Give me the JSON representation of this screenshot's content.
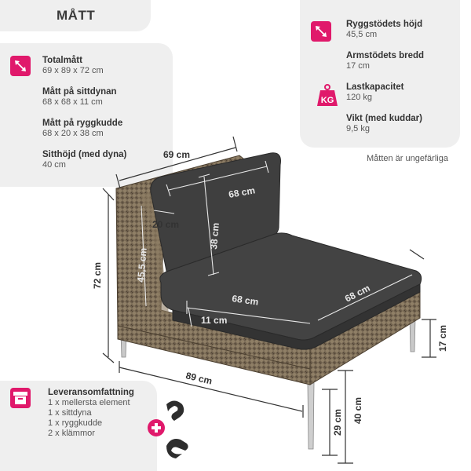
{
  "title": "MÅTT",
  "specs_left": [
    {
      "label": "Totalmått",
      "value": "69 x 89 x 72 cm"
    },
    {
      "label": "Mått på sittdynan",
      "value": "68 x 68 x 11 cm"
    },
    {
      "label": "Mått på ryggkudde",
      "value": "68 x 20 x 38 cm"
    },
    {
      "label": "Sitthöjd (med dyna)",
      "value": "40 cm"
    }
  ],
  "specs_right": [
    {
      "label": "Ryggstödets höjd",
      "value": "45,5 cm"
    },
    {
      "label": "Armstödets bredd",
      "value": "17 cm"
    },
    {
      "label": "Lastkapacitet",
      "value": "120 kg"
    },
    {
      "label": "Vikt (med kuddar)",
      "value": "9,5 kg"
    }
  ],
  "kg_icon_text": "KG",
  "note": "Måtten är ungefärliga",
  "delivery": {
    "title": "Leveransomfattning",
    "items": [
      "1 x mellersta element",
      "1 x sittdyna",
      "1 x ryggkudde",
      "2 x klämmor"
    ]
  },
  "dimensions": {
    "width_top": "69 cm",
    "back_depth": "20 cm",
    "back_width": "68 cm",
    "back_height": "38 cm",
    "total_height": "72 cm",
    "backrest_height": "45,5 cm",
    "seat_depth": "68 cm",
    "seat_width": "68 cm",
    "seat_thickness": "11 cm",
    "armrest_width": "17 cm",
    "total_depth": "89 cm",
    "leg_height": "29 cm",
    "seat_height": "40 cm"
  },
  "colors": {
    "accent": "#e0196b",
    "panel": "#efefef",
    "cushion": "#3f3f3f",
    "wicker": "#7a6a55"
  }
}
